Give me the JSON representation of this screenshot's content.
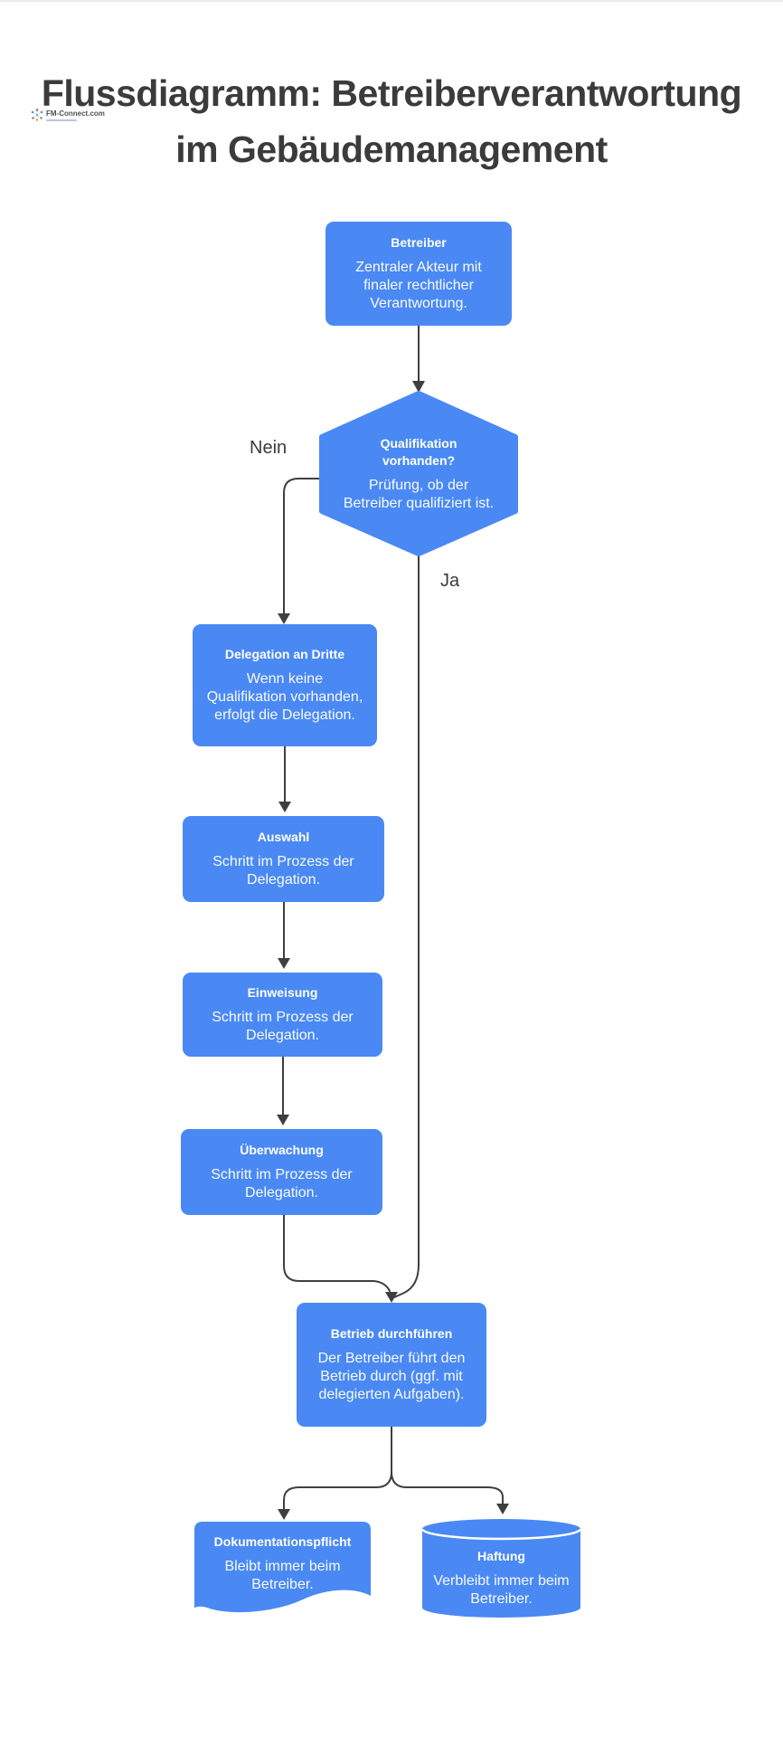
{
  "header": {
    "title_line1": "Flussdiagramm: Betreiberverantwortung",
    "title_line2": "im Gebäudemanagement",
    "logo_text": "FM-Connect.com"
  },
  "colors": {
    "node_blue": "#4a89f4",
    "edge_gray": "#3f3f3f",
    "title_gray": "#3b3b3b",
    "node_text": "#ffffff"
  },
  "nodes": {
    "betreiber": {
      "title": "Betreiber",
      "body": "Zentraler Akteur mit finaler rechtlicher Verantwortung."
    },
    "qualifikation": {
      "title": "Qualifikation vorhanden?",
      "body": "Prüfung, ob der Betreiber qualifiziert ist."
    },
    "delegation": {
      "title": "Delegation an Dritte",
      "body": "Wenn keine Qualifikation vorhanden, erfolgt die Delegation."
    },
    "auswahl": {
      "title": "Auswahl",
      "body": "Schritt im Prozess der Delegation."
    },
    "einweisung": {
      "title": "Einweisung",
      "body": "Schritt im Prozess der Delegation."
    },
    "ueberwachung": {
      "title": "Überwachung",
      "body": "Schritt im Prozess der Delegation."
    },
    "betrieb": {
      "title": "Betrieb durchführen",
      "body": "Der Betreiber führt den Betrieb durch (ggf. mit delegierten Aufgaben)."
    },
    "dokumentationspflicht": {
      "title": "Dokumentationspflicht",
      "body": "Bleibt immer beim Betreiber."
    },
    "haftung": {
      "title": "Haftung",
      "body": "Verbleibt immer beim Betreiber."
    }
  },
  "edge_labels": {
    "nein": "Nein",
    "ja": "Ja"
  }
}
